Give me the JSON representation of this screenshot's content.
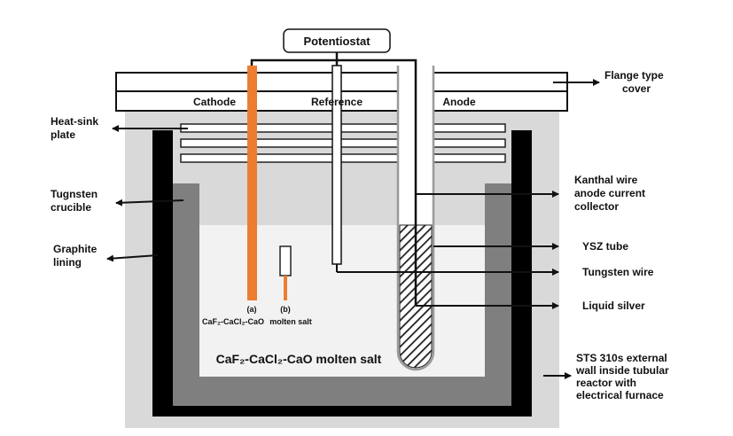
{
  "top": {
    "potentiostat": "Potentiostat"
  },
  "cover": {
    "cathode": "Cathode",
    "reference": "Reference",
    "anode": "Anode"
  },
  "salt": {
    "main": "CaF₂-CaCl₂-CaO molten salt",
    "electrode_a_tag": "(a)",
    "electrode_b_tag": "(b)",
    "electrode_a_caption": "CaF₂-CaCl₂-CaO",
    "electrode_b_caption": "molten salt"
  },
  "left_labels": {
    "heat_sink_line1": "Heat-sink",
    "heat_sink_line2": "plate",
    "crucible_line1": "Tugnsten",
    "crucible_line2": "crucible",
    "lining_line1": "Graphite",
    "lining_line2": "lining"
  },
  "right_labels": {
    "flange_line1": "Flange type",
    "flange_line2": "cover",
    "kanthal_line1": "Kanthal wire",
    "kanthal_line2": "anode current",
    "kanthal_line3": "collector",
    "ysz": "YSZ tube",
    "tungsten_wire": "Tungsten wire",
    "liquid_silver": "Liquid silver",
    "sts_line1": "STS 310s external",
    "sts_line2": "wall inside tubular",
    "sts_line3": "reactor  with",
    "sts_line4": "electrical furnace"
  },
  "colors": {
    "outer_wall": "#d9d9d9",
    "lining": "#000000",
    "crucible": "#7f7f7f",
    "salt": "#f2f2f2",
    "electrode": "#ed7d31"
  }
}
